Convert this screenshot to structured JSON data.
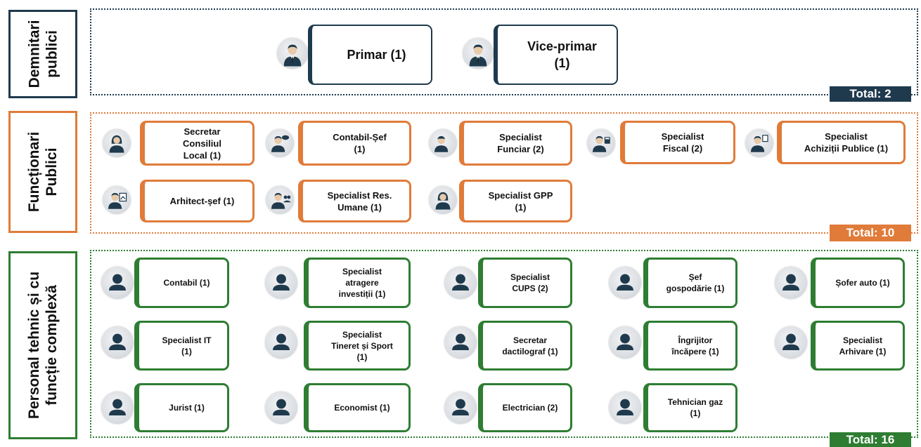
{
  "sections": [
    {
      "label": "Demnitari\npublici",
      "total": "Total: 2",
      "color": "#1f3a4d",
      "cards": [
        {
          "text": "Primar (1)",
          "icon": "male-official-icon"
        },
        {
          "text": "Vice-primar\n(1)",
          "icon": "male-official-icon"
        }
      ]
    },
    {
      "label": "Funcționari\nPublici",
      "total": "Total: 10",
      "color": "#e07b39",
      "cards": [
        {
          "text": "Secretar\nConsiliul\nLocal (1)",
          "icon": "female-person-icon"
        },
        {
          "text": "Contabil-Șef\n(1)",
          "icon": "person-chat-icon"
        },
        {
          "text": "Specialist\nFunciar (2)",
          "icon": "surveyor-helmet-icon"
        },
        {
          "text": "Specialist\nFiscal (2)",
          "icon": "person-calculator-icon"
        },
        {
          "text": "Specialist\nAchiziții Publice (1)",
          "icon": "person-document-icon"
        },
        {
          "text": "Arhitect-șef (1)",
          "icon": "architect-blueprint-icon"
        },
        {
          "text": "Specialist Res.\nUmane (1)",
          "icon": "person-group-icon"
        },
        {
          "text": "Specialist GPP\n(1)",
          "icon": "female-person-icon"
        }
      ]
    },
    {
      "label": "Personal tehnic și cu\nfuncție complexă",
      "total": "Total: 16",
      "color": "#2e7d32",
      "cards": [
        {
          "text": "Contabil (1)",
          "icon": "person-icon"
        },
        {
          "text": "Specialist\natragere\ninvestiții (1)",
          "icon": "person-icon"
        },
        {
          "text": "Specialist\nCUPS (2)",
          "icon": "person-icon"
        },
        {
          "text": "Șef\ngospodărie (1)",
          "icon": "person-icon"
        },
        {
          "text": "Șofer auto (1)",
          "icon": "person-icon"
        },
        {
          "text": "Specialist IT\n(1)",
          "icon": "person-icon"
        },
        {
          "text": "Specialist\nTineret și Sport\n(1)",
          "icon": "person-icon"
        },
        {
          "text": "Secretar\ndactilograf (1)",
          "icon": "person-icon"
        },
        {
          "text": "Îngrijitor\nîncăpere (1)",
          "icon": "person-icon"
        },
        {
          "text": "Specialist\nArhivare (1)",
          "icon": "person-icon"
        },
        {
          "text": "Jurist (1)",
          "icon": "person-icon"
        },
        {
          "text": "Economist (1)",
          "icon": "person-icon"
        },
        {
          "text": "Electrician (2)",
          "icon": "person-icon"
        },
        {
          "text": "Tehnician gaz\n(1)",
          "icon": "person-icon"
        }
      ]
    }
  ]
}
